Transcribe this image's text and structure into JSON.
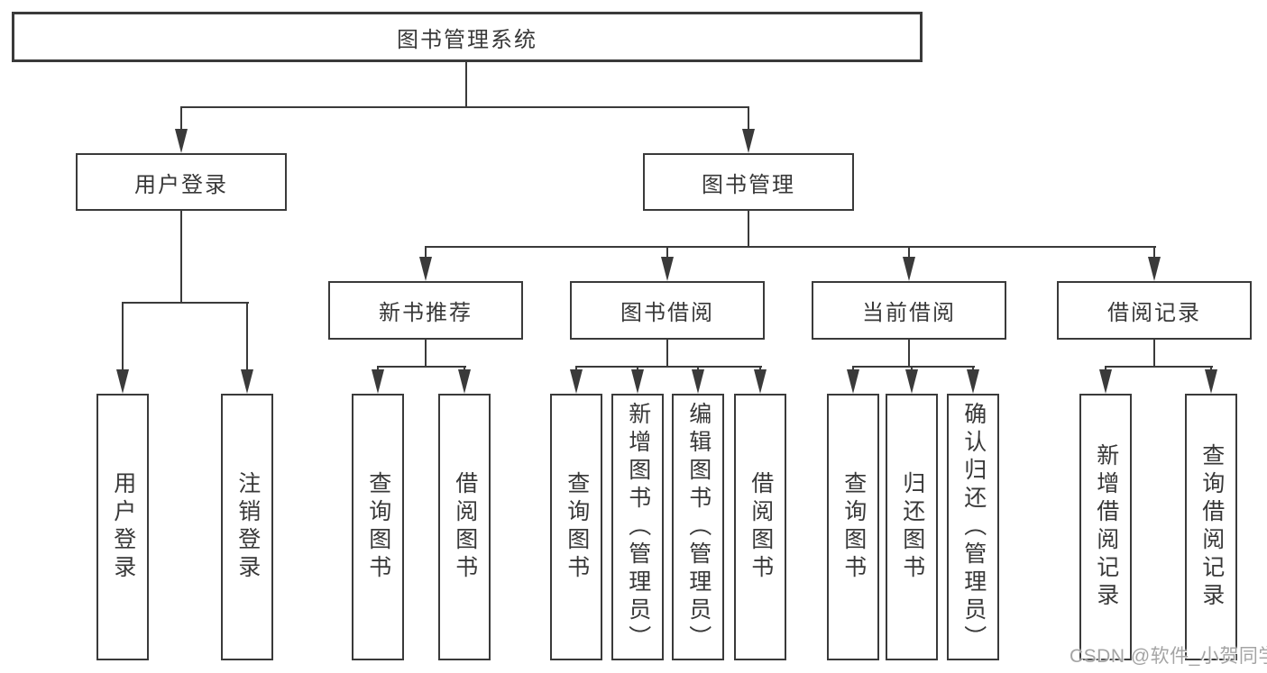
{
  "meta": {
    "background_color": "#ffffff",
    "line_color": "#3a3a3a",
    "text_color": "#383838",
    "watermark_color": "#949494"
  },
  "tree": {
    "root": "图书管理系统",
    "branches": [
      {
        "label": "用户登录",
        "children": [
          "用户登录",
          "注销登录"
        ]
      },
      {
        "label": "图书管理",
        "groups": [
          {
            "label": "新书推荐",
            "children": [
              "查询图书",
              "借阅图书"
            ]
          },
          {
            "label": "图书借阅",
            "children": [
              "查询图书",
              "新增图书（管理员）",
              "编辑图书（管理员）",
              "借阅图书"
            ]
          },
          {
            "label": "当前借阅",
            "children": [
              "查询图书",
              "归还图书",
              "确认归还（管理员）"
            ]
          },
          {
            "label": "借阅记录",
            "children": [
              "新增借阅记录",
              "查询借阅记录"
            ]
          }
        ]
      }
    ]
  },
  "watermark": {
    "text": "CSDN @软件_小贺同学"
  }
}
